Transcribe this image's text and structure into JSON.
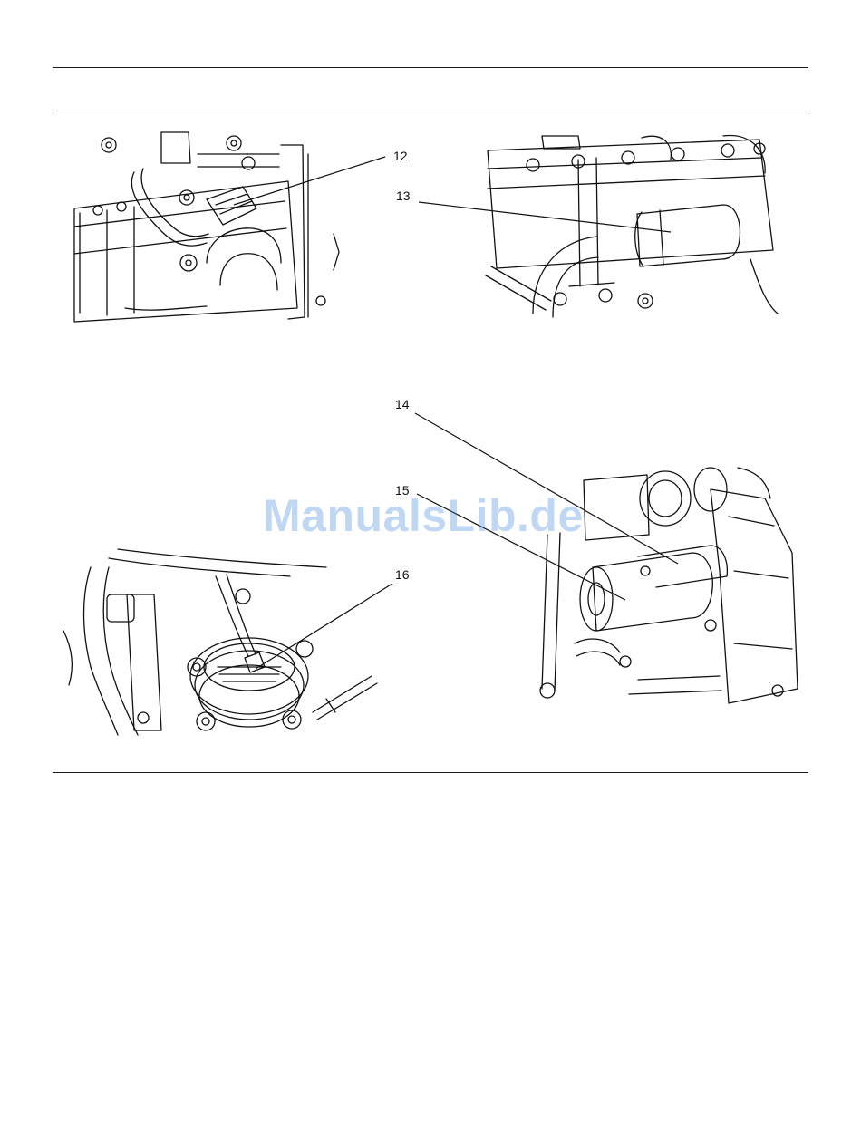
{
  "page": {
    "watermark": "ManualsLib.de"
  },
  "callouts": {
    "c12": "12",
    "c13": "13",
    "c14": "14",
    "c15": "15",
    "c16": "16"
  },
  "figures": [
    {
      "id": "fig-top-left",
      "callouts": [
        "12"
      ]
    },
    {
      "id": "fig-top-right",
      "callouts": [
        "13"
      ]
    },
    {
      "id": "fig-bottom-left",
      "callouts": [
        "16"
      ]
    },
    {
      "id": "fig-bottom-right",
      "callouts": [
        "14",
        "15"
      ]
    }
  ],
  "colors": {
    "line": "#111111",
    "watermark": "#3f86e0"
  }
}
